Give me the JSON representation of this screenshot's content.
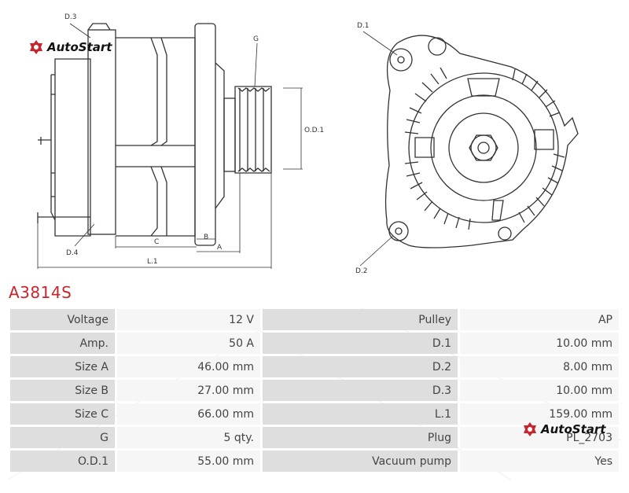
{
  "logo": {
    "text": "AutoStart"
  },
  "diagram": {
    "labels": {
      "d3": "D.3",
      "d4": "D.4",
      "g": "G",
      "c": "C",
      "b": "B",
      "a": "A",
      "l1": "L.1",
      "od1": "O.D.1",
      "d1": "D.1",
      "d2": "D.2"
    }
  },
  "part_number": "A3814S",
  "specs": [
    {
      "label": "Voltage",
      "value": "12 V",
      "label2": "Pulley",
      "value2": "AP"
    },
    {
      "label": "Amp.",
      "value": "50 A",
      "label2": "D.1",
      "value2": "10.00 mm"
    },
    {
      "label": "Size A",
      "value": "46.00 mm",
      "label2": "D.2",
      "value2": "8.00 mm"
    },
    {
      "label": "Size B",
      "value": "27.00 mm",
      "label2": "D.3",
      "value2": "10.00 mm"
    },
    {
      "label": "Size C",
      "value": "66.00 mm",
      "label2": "L.1",
      "value2": "159.00 mm"
    },
    {
      "label": "G",
      "value": "5 qty.",
      "label2": "Plug",
      "value2": "PL_2703"
    },
    {
      "label": "O.D.1",
      "value": "55.00 mm",
      "label2": "Vacuum pump",
      "value2": "Yes"
    }
  ],
  "colors": {
    "brand_red": "#c9252c",
    "label_bg": "#dedede",
    "value_bg": "#f6f6f6"
  }
}
